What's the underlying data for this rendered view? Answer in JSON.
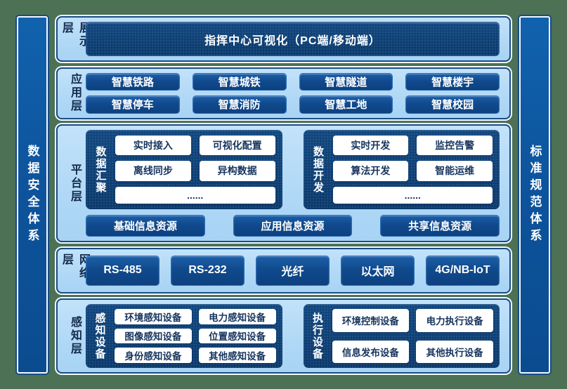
{
  "colors": {
    "background_green": "#4c7154",
    "panel_light_blue": "#b0d8f6",
    "panel_border_navy": "#1a4b84",
    "button_dark_blue": "#104a8d",
    "pillar_blue": "#0d539b",
    "pill_text_navy": "#16345e",
    "label_text_navy": "#13294d"
  },
  "side_bars": {
    "left": "数据安全体系",
    "right": "标准规范体系"
  },
  "display_layer": {
    "label": "展示层",
    "box": "指挥中心可视化（PC端/移动端）"
  },
  "application_layer": {
    "label": "应用层",
    "row1": [
      "智慧铁路",
      "智慧城铁",
      "智慧隧道",
      "智慧楼宇"
    ],
    "row2": [
      "智慧停车",
      "智慧消防",
      "智慧工地",
      "智慧校园"
    ]
  },
  "platform_layer": {
    "label": "平台层",
    "groups": [
      {
        "title": "数据汇聚",
        "items": [
          "实时接入",
          "可视化配置",
          "离线同步",
          "异构数据"
        ],
        "more": "......"
      },
      {
        "title": "数据开发",
        "items": [
          "实时开发",
          "监控告警",
          "算法开发",
          "智能运维"
        ],
        "more": "......"
      }
    ],
    "resources": [
      "基础信息资源",
      "应用信息资源",
      "共享信息资源"
    ]
  },
  "network_layer": {
    "label": "网络层",
    "items": [
      "RS-485",
      "RS-232",
      "光纤",
      "以太网",
      "4G/NB-IoT"
    ]
  },
  "perception_layer": {
    "label": "感知层",
    "groups": [
      {
        "title": "感知设备",
        "items": [
          "环境感知设备",
          "电力感知设备",
          "图像感知设备",
          "位置感知设备",
          "身份感知设备",
          "其他感知设备"
        ]
      },
      {
        "title": "执行设备",
        "items": [
          "环境控制设备",
          "电力执行设备",
          "信息发布设备",
          "其他执行设备"
        ]
      }
    ]
  }
}
